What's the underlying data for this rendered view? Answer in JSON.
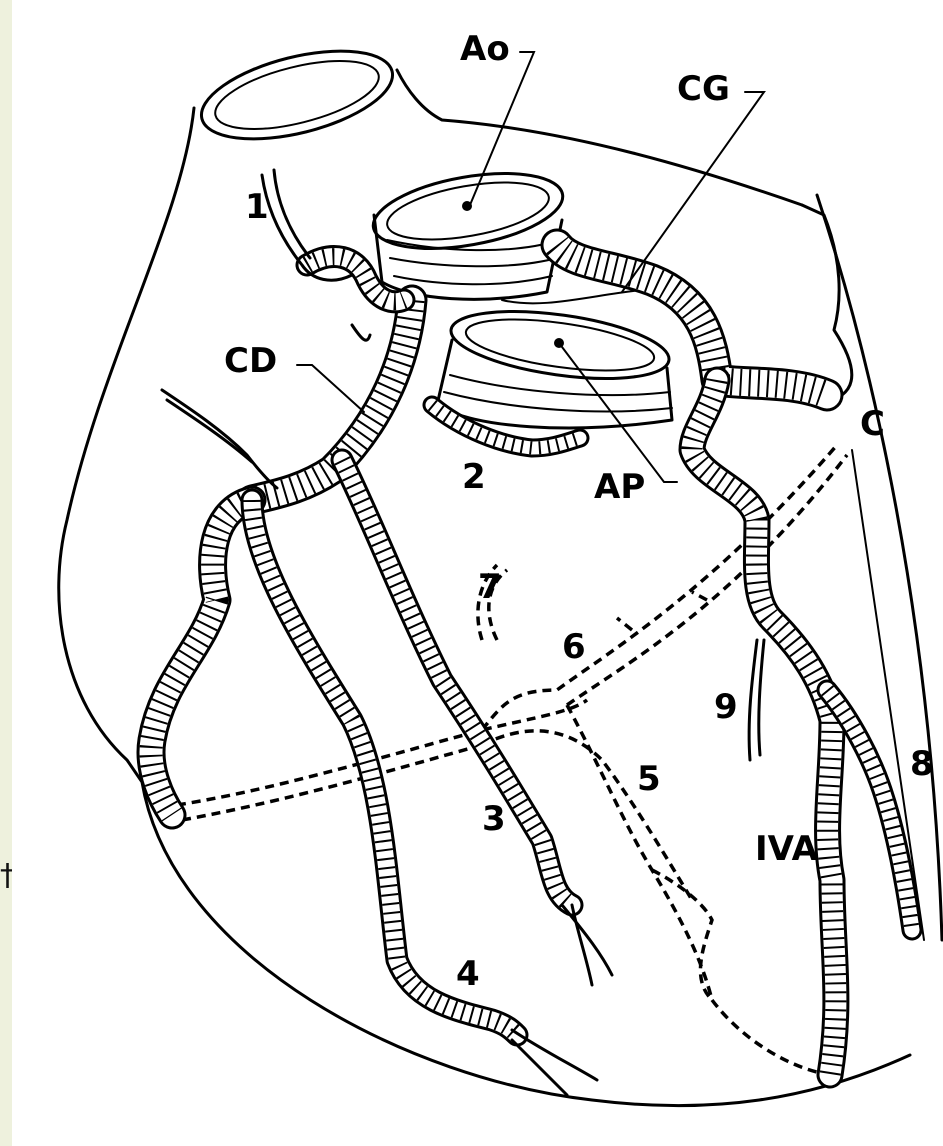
{
  "labels": {
    "ao": "Ao",
    "cg": "CG",
    "cd": "CD",
    "ap": "AP",
    "c": "C",
    "iva": "IVA",
    "n1": "1",
    "n2": "2",
    "n3": "3",
    "n4": "4",
    "n5": "5",
    "n6": "6",
    "n7": "7",
    "n8": "8",
    "n9": "9"
  },
  "side_mark": "†",
  "colors": {
    "background": "#eef1dd",
    "figure": "#ffffff",
    "ink": "#000000"
  }
}
